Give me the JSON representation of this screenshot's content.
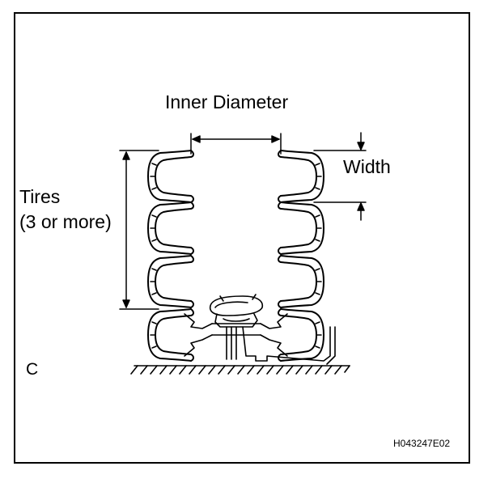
{
  "labels": {
    "inner_diameter": "Inner Diameter",
    "width": "Width",
    "tires_line1": "Tires",
    "tires_line2": "(3 or more)",
    "corner_letter": "C",
    "figure_code": "H043247E02"
  },
  "colors": {
    "line": "#000000",
    "background": "#ffffff"
  }
}
